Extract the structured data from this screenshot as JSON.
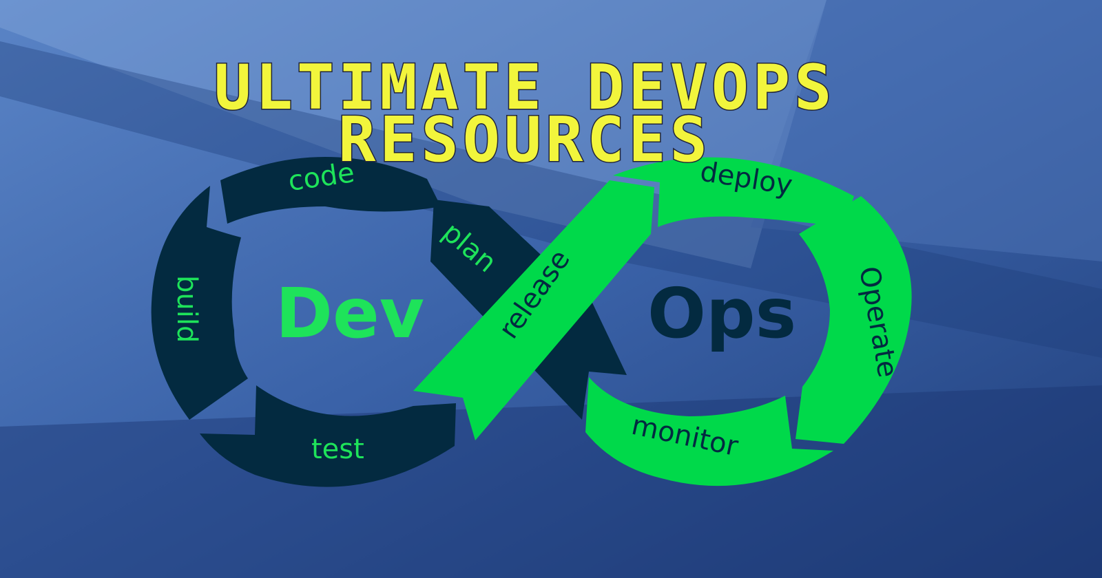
{
  "title": {
    "line1": "Ultimate DevOps",
    "line2": "Resources"
  },
  "loop": {
    "dev_label": "Dev",
    "ops_label": "Ops",
    "stages": {
      "code": "code",
      "plan": "plan",
      "build": "build",
      "test": "test",
      "release": "release",
      "deploy": "deploy",
      "operate": "Operate",
      "monitor": "monitor"
    }
  },
  "colors": {
    "dev_loop": "#032a40",
    "ops_loop": "#00d94a",
    "dev_text": "#1ee35a",
    "ops_text": "#032a40",
    "title_fill": "#f2f53c",
    "background": "#2b4f92"
  }
}
